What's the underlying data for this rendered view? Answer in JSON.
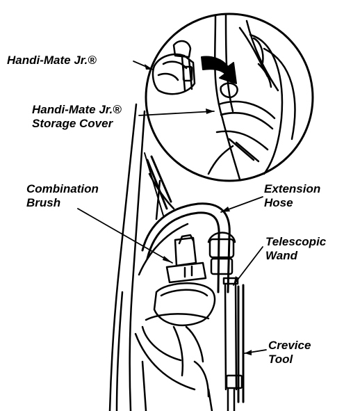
{
  "labels": {
    "handi_mate": "Handi-Mate Jr.®",
    "storage_cover_line1": "Handi-Mate Jr.®",
    "storage_cover_line2": "Storage Cover",
    "combination_brush_line1": "Combination",
    "combination_brush_line2": "Brush",
    "extension_hose_line1": "Extension",
    "extension_hose_line2": "Hose",
    "telescopic_wand_line1": "Telescopic",
    "telescopic_wand_line2": "Wand",
    "crevice_tool_line1": "Crevice",
    "crevice_tool_line2": "Tool"
  },
  "colors": {
    "ink": "#000000",
    "paper": "#ffffff"
  }
}
